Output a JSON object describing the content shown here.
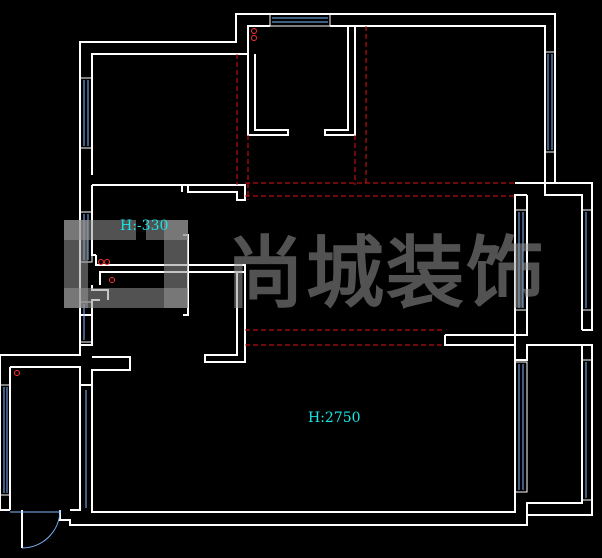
{
  "plan": {
    "height_label_upper": "H:-330",
    "height_label_lower": "H:2750"
  },
  "watermark": {
    "text": "尚城装饰",
    "logo_icon": "square-bracket-logo-icon"
  },
  "colors": {
    "background": "#000000",
    "walls": "#ffffff",
    "dashed_lines": "#e01010",
    "labels": "#19e6e6",
    "windows": "#7fb8ff",
    "watermark": "#969696"
  }
}
